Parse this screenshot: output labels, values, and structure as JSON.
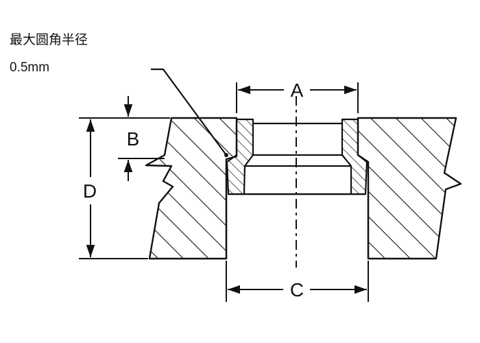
{
  "note": {
    "title": "最大圆角半径",
    "value": "0.5mm"
  },
  "dimensions": {
    "a": "A",
    "b": "B",
    "c": "C",
    "d": "D"
  }
}
